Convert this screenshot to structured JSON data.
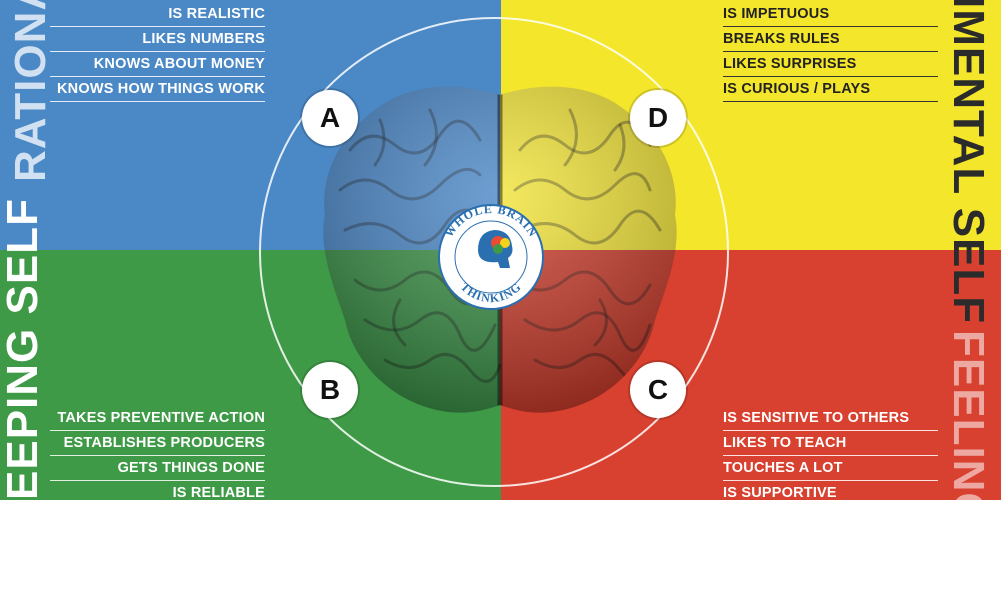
{
  "quadrants": {
    "a": {
      "title_visible": "RATIONAL S",
      "items": [
        "IS REALISTIC",
        "LIKES NUMBERS",
        "KNOWS ABOUT MONEY",
        "KNOWS HOW THINGS WORK"
      ]
    },
    "d": {
      "title_visible": "IMENTAL SELF",
      "items": [
        "IS IMPETUOUS",
        "BREAKS RULES",
        "LIKES SURPRISES",
        "IS CURIOUS / PLAYS"
      ]
    },
    "b": {
      "title_visible": "EEPING SELF",
      "items": [
        "TAKES PREVENTIVE ACTION",
        "ESTABLISHES PRODUCERS",
        "GETS THINGS DONE",
        "IS RELIABLE"
      ]
    },
    "c": {
      "title_visible": "FEELINGS S",
      "items": [
        "IS SENSITIVE TO OTHERS",
        "LIKES TO TEACH",
        "TOUCHES A LOT",
        "IS SUPPORTIVE"
      ]
    }
  },
  "letters": {
    "a": "A",
    "b": "B",
    "c": "C",
    "d": "D"
  },
  "logo": {
    "top_text": "WHOLE BRAIN",
    "bottom_text": "THINKING"
  },
  "colors": {
    "blue": "#4a88c6",
    "yellow": "#f4e62b",
    "green": "#3f9a47",
    "red": "#d8412f"
  }
}
